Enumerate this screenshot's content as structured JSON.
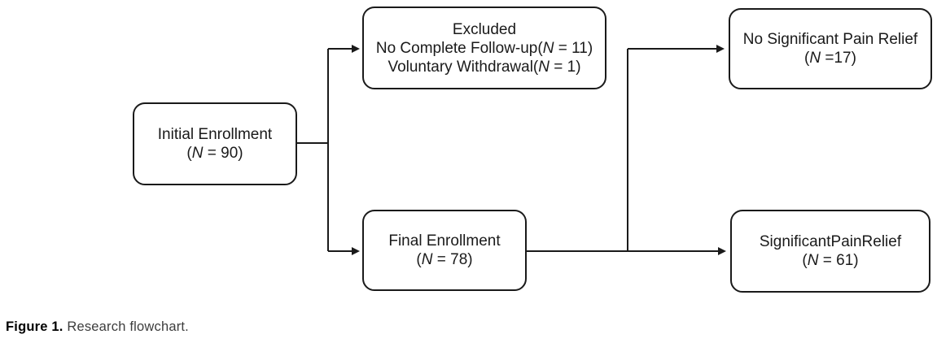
{
  "figure": {
    "caption_label": "Figure 1.",
    "caption_text": " Research flowchart."
  },
  "colors": {
    "line": "#1a1a1a",
    "node_border": "#1a1a1a",
    "node_text": "#1a1a1a",
    "caption_label": "#000000",
    "caption_text": "#3d3d3d",
    "background": "#ffffff"
  },
  "diagram": {
    "type": "flowchart",
    "nodes": {
      "initial": {
        "title": "Initial Enrollment",
        "count": {
          "prefix": "(",
          "n": "N",
          "suffix": " = 90)"
        }
      },
      "excluded": {
        "title": "Excluded",
        "lines": [
          {
            "prefix": "No Complete Follow-up(",
            "n": "N",
            "suffix": " = 11)"
          },
          {
            "prefix": "Voluntary Withdrawal(",
            "n": "N",
            "suffix": " = 1)"
          }
        ]
      },
      "final": {
        "title": "Final Enrollment",
        "count": {
          "prefix": "(",
          "n": "N",
          "suffix": " = 78)"
        }
      },
      "no_relief": {
        "title": "No Significant Pain Relief",
        "count": {
          "prefix": "(",
          "n": "N",
          "suffix": " =17)"
        }
      },
      "relief": {
        "title": "SignificantPainRelief",
        "count": {
          "prefix": "(",
          "n": "N",
          "suffix": " = 61)"
        }
      }
    },
    "edges": [
      {
        "from": "initial",
        "to": "excluded"
      },
      {
        "from": "initial",
        "to": "final"
      },
      {
        "from": "final",
        "to": "no_relief"
      },
      {
        "from": "final",
        "to": "relief"
      }
    ]
  }
}
